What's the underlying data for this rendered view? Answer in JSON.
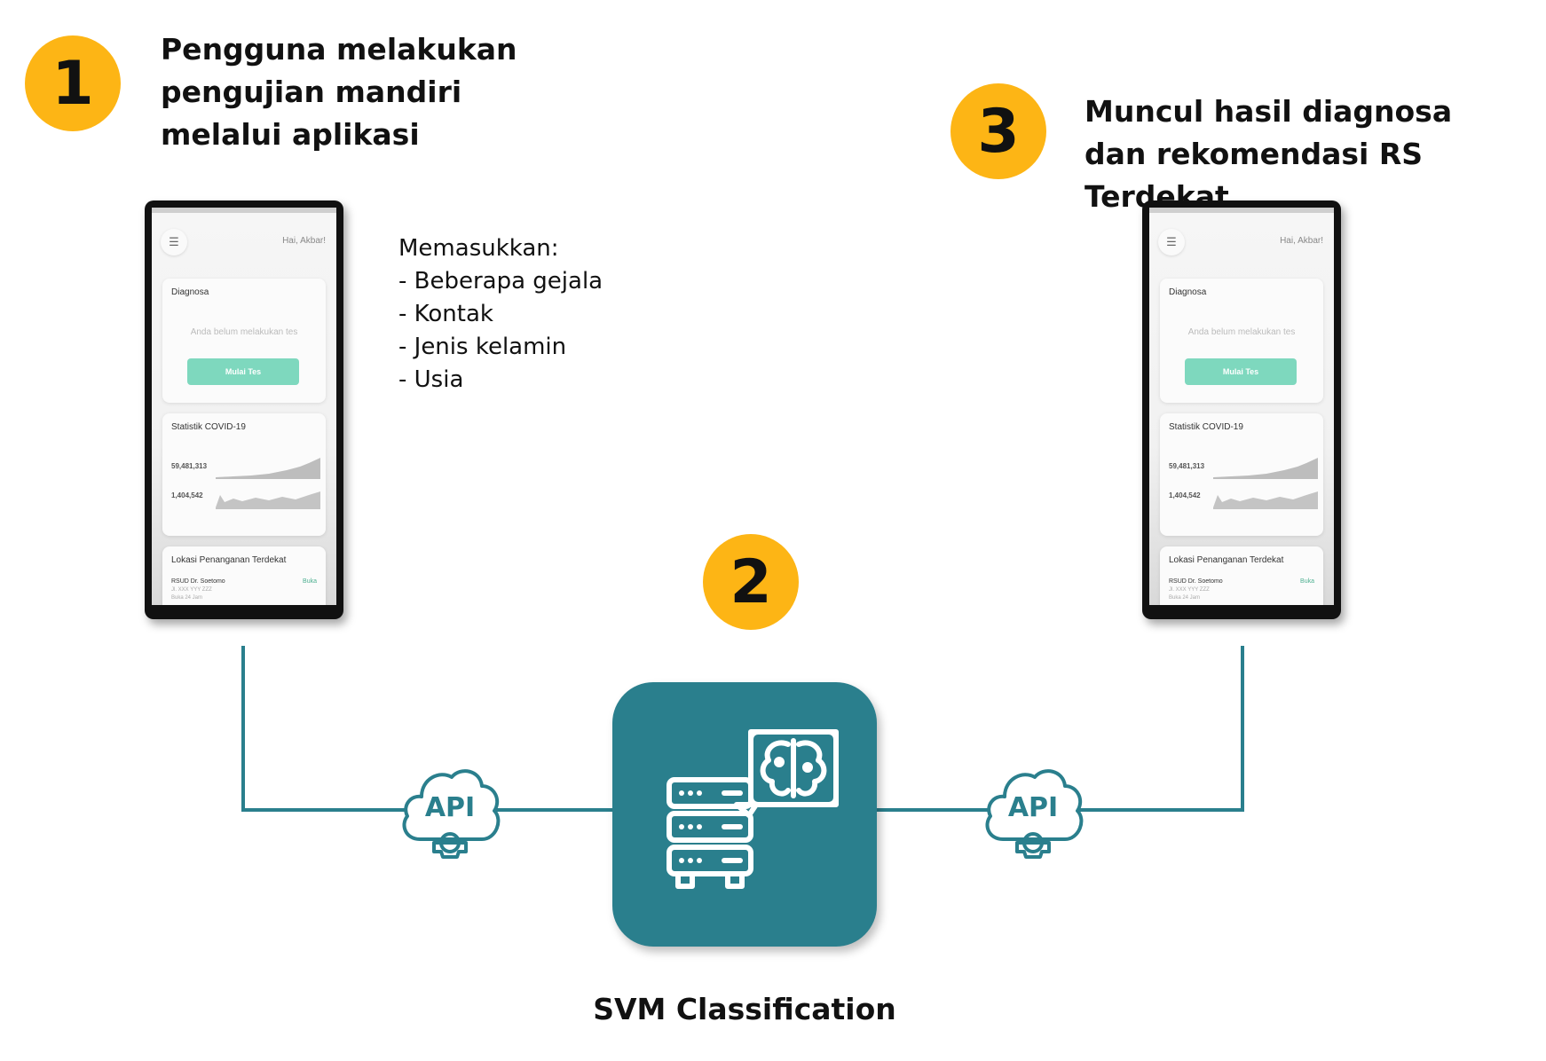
{
  "step1": {
    "number": "1",
    "title": "Pengguna melakukan\npengujian mandiri\nmelalui aplikasi"
  },
  "step2": {
    "number": "2",
    "label": "SVM Classification"
  },
  "step3": {
    "number": "3",
    "title": "Muncul hasil diagnosa\ndan rekomendasi RS Terdekat"
  },
  "inputs": {
    "heading": "Memasukkan:",
    "items": [
      "- Beberapa gejala",
      "- Kontak",
      "- Jenis kelamin",
      "- Usia"
    ]
  },
  "api_label": "API",
  "phone": {
    "greeting": "Hai, Akbar!",
    "diagnosis_title": "Diagnosa",
    "diagnosis_empty": "Anda belum melakukan tes",
    "start_button": "Mulai Tes",
    "stats_title": "Statistik COVID-19",
    "stat_cases": "59,481,313",
    "stat_deaths": "1,404,542",
    "location_title": "Lokasi Penanganan Terdekat",
    "hospital_name": "RSUD Dr. Soetomo",
    "hospital_status": "Buka",
    "hospital_address": "Jl. XXX YYY ZZZ",
    "hospital_hours": "Buka 24 Jam"
  },
  "colors": {
    "badge": "#FDB515",
    "teal": "#2A7F8D",
    "button_green": "#7ED8BE"
  },
  "icons": {
    "api": "api-cloud-gear-icon",
    "server": "server-rack-icon",
    "brain": "brain-icon",
    "menu": "hamburger-menu-icon"
  }
}
